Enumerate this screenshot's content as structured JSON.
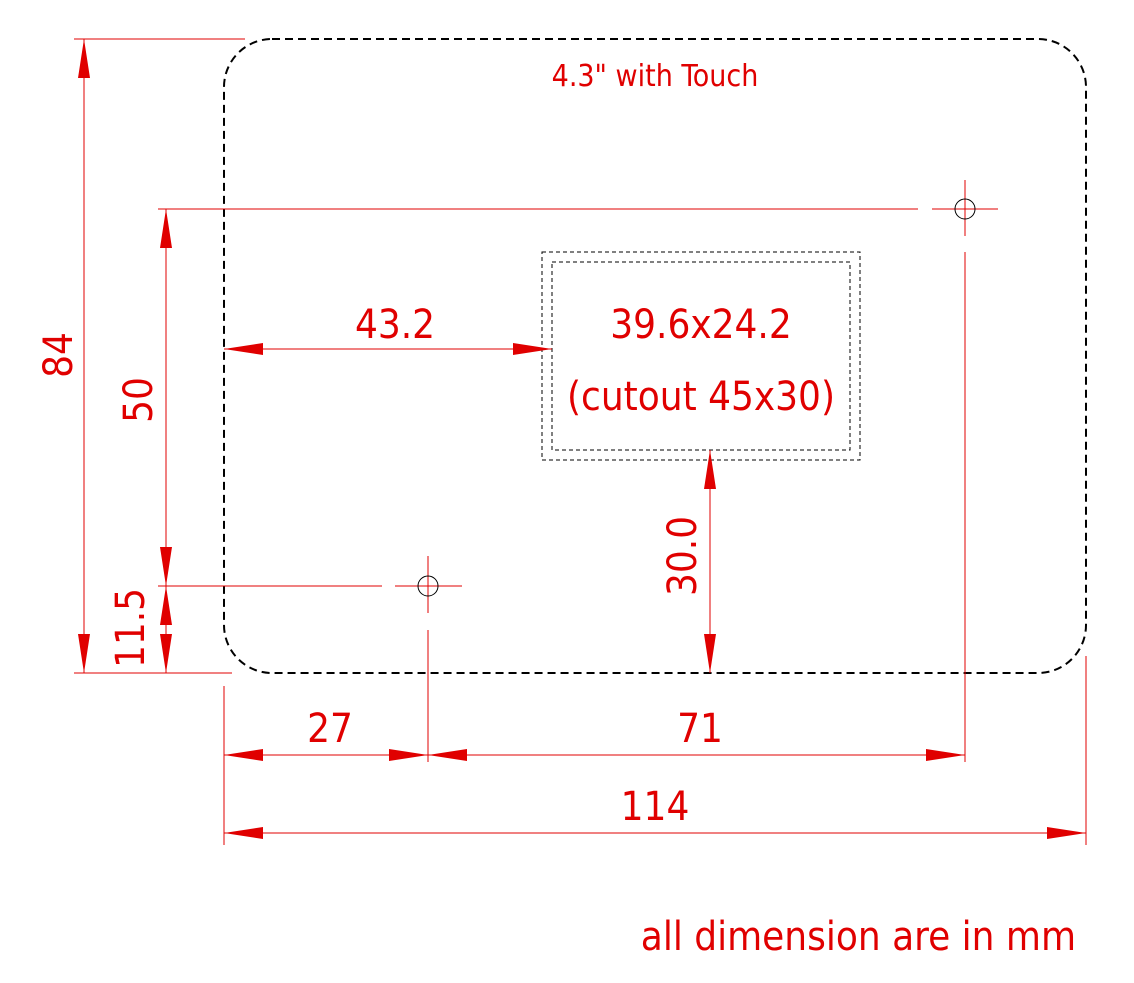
{
  "title": "4.3\" with Touch",
  "note": "all dimension are in mm",
  "cutout": {
    "line1": "39.6x24.2",
    "line2": "(cutout 45x30)"
  },
  "dimensions": {
    "overall_height": "84",
    "hole_spacing_vertical": "50",
    "bottom_hole_offset": "11.5",
    "left_to_cutout": "43.2",
    "cutout_to_bottom": "30.0",
    "left_to_hole": "27",
    "hole_spacing_horizontal": "71",
    "overall_width": "114"
  },
  "colors": {
    "dimension": "#e00000",
    "outline": "#000000",
    "background": "#ffffff"
  }
}
